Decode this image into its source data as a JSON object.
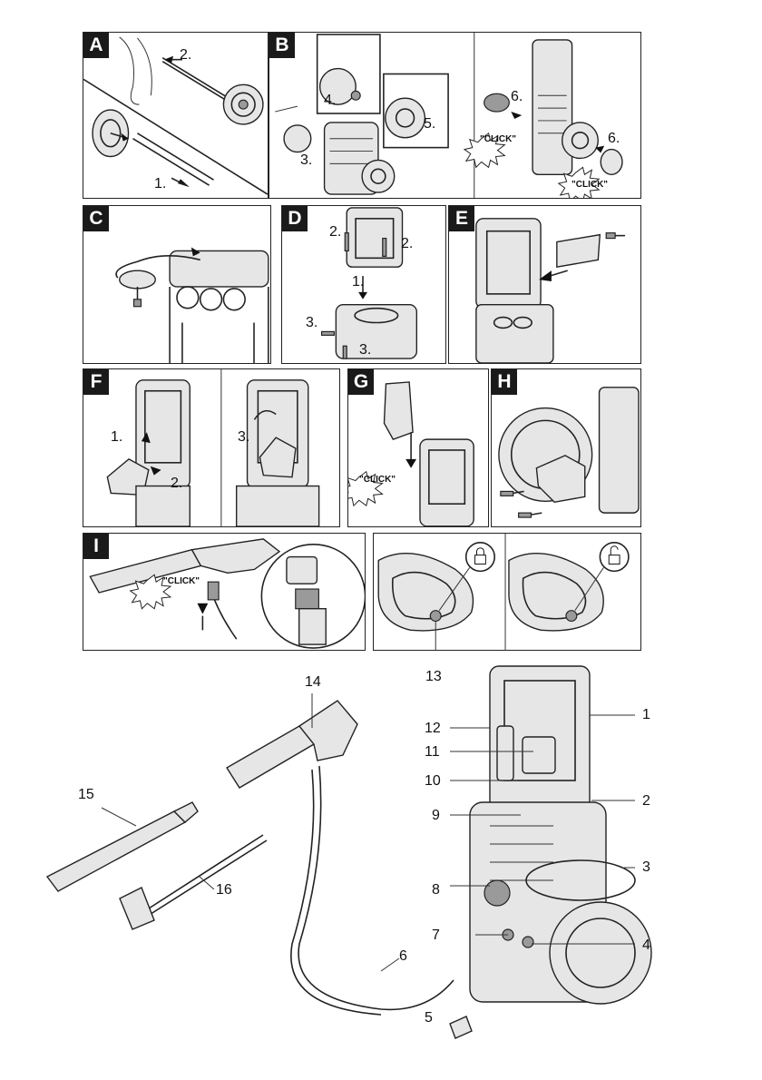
{
  "panels": {
    "A": {
      "tag": "A",
      "steps": [
        "1.",
        "2."
      ]
    },
    "B": {
      "tag": "B",
      "steps": [
        "3.",
        "4.",
        "5.",
        "6.",
        "6."
      ],
      "click": [
        "\"CLICK\"",
        "\"CLICK\""
      ]
    },
    "C": {
      "tag": "C"
    },
    "D": {
      "tag": "D",
      "steps": [
        "1.",
        "2.",
        "2.",
        "3.",
        "3."
      ]
    },
    "E": {
      "tag": "E"
    },
    "F": {
      "tag": "F",
      "steps": [
        "1.",
        "2.",
        "3."
      ]
    },
    "G": {
      "tag": "G",
      "click": "\"CLICK\""
    },
    "H": {
      "tag": "H"
    },
    "I": {
      "tag": "I",
      "click": "\"CLICK\""
    }
  },
  "callouts": {
    "c1": "1",
    "c2": "2",
    "c3": "3",
    "c4": "4",
    "c5": "5",
    "c6": "6",
    "c7": "7",
    "c8": "8",
    "c9": "9",
    "c10": "10",
    "c11": "11",
    "c12": "12",
    "c13": "13",
    "c14": "14",
    "c15": "15",
    "c16": "16"
  },
  "icons": [
    "lock-closed-icon",
    "lock-open-icon",
    "arrow-icon",
    "screw-icon",
    "wheel-icon"
  ]
}
